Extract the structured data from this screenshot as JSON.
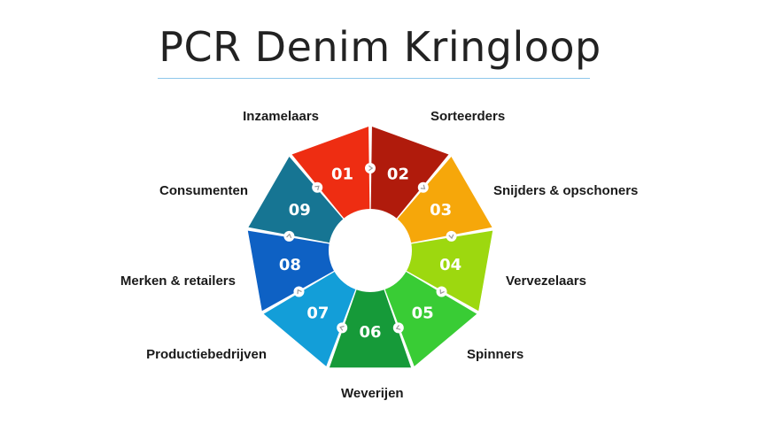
{
  "title": "PCR Denim Kringloop",
  "segments": [
    {
      "num": "01",
      "label": "Inzamelaars",
      "color": "#ee2d12"
    },
    {
      "num": "02",
      "label": "Sorteerders",
      "color": "#b01b0c"
    },
    {
      "num": "03",
      "label": "Snijders & opschoners",
      "color": "#f6a70a"
    },
    {
      "num": "04",
      "label": "Vervezelaars",
      "color": "#9dd80f"
    },
    {
      "num": "05",
      "label": "Spinners",
      "color": "#39cc35"
    },
    {
      "num": "06",
      "label": "Weverijen",
      "color": "#169a39"
    },
    {
      "num": "07",
      "label": "Productiebedrijven",
      "color": "#139ed8"
    },
    {
      "num": "08",
      "label": "Merken & retailers",
      "color": "#0e61c4"
    },
    {
      "num": "09",
      "label": "Consumenten",
      "color": "#167593"
    }
  ]
}
